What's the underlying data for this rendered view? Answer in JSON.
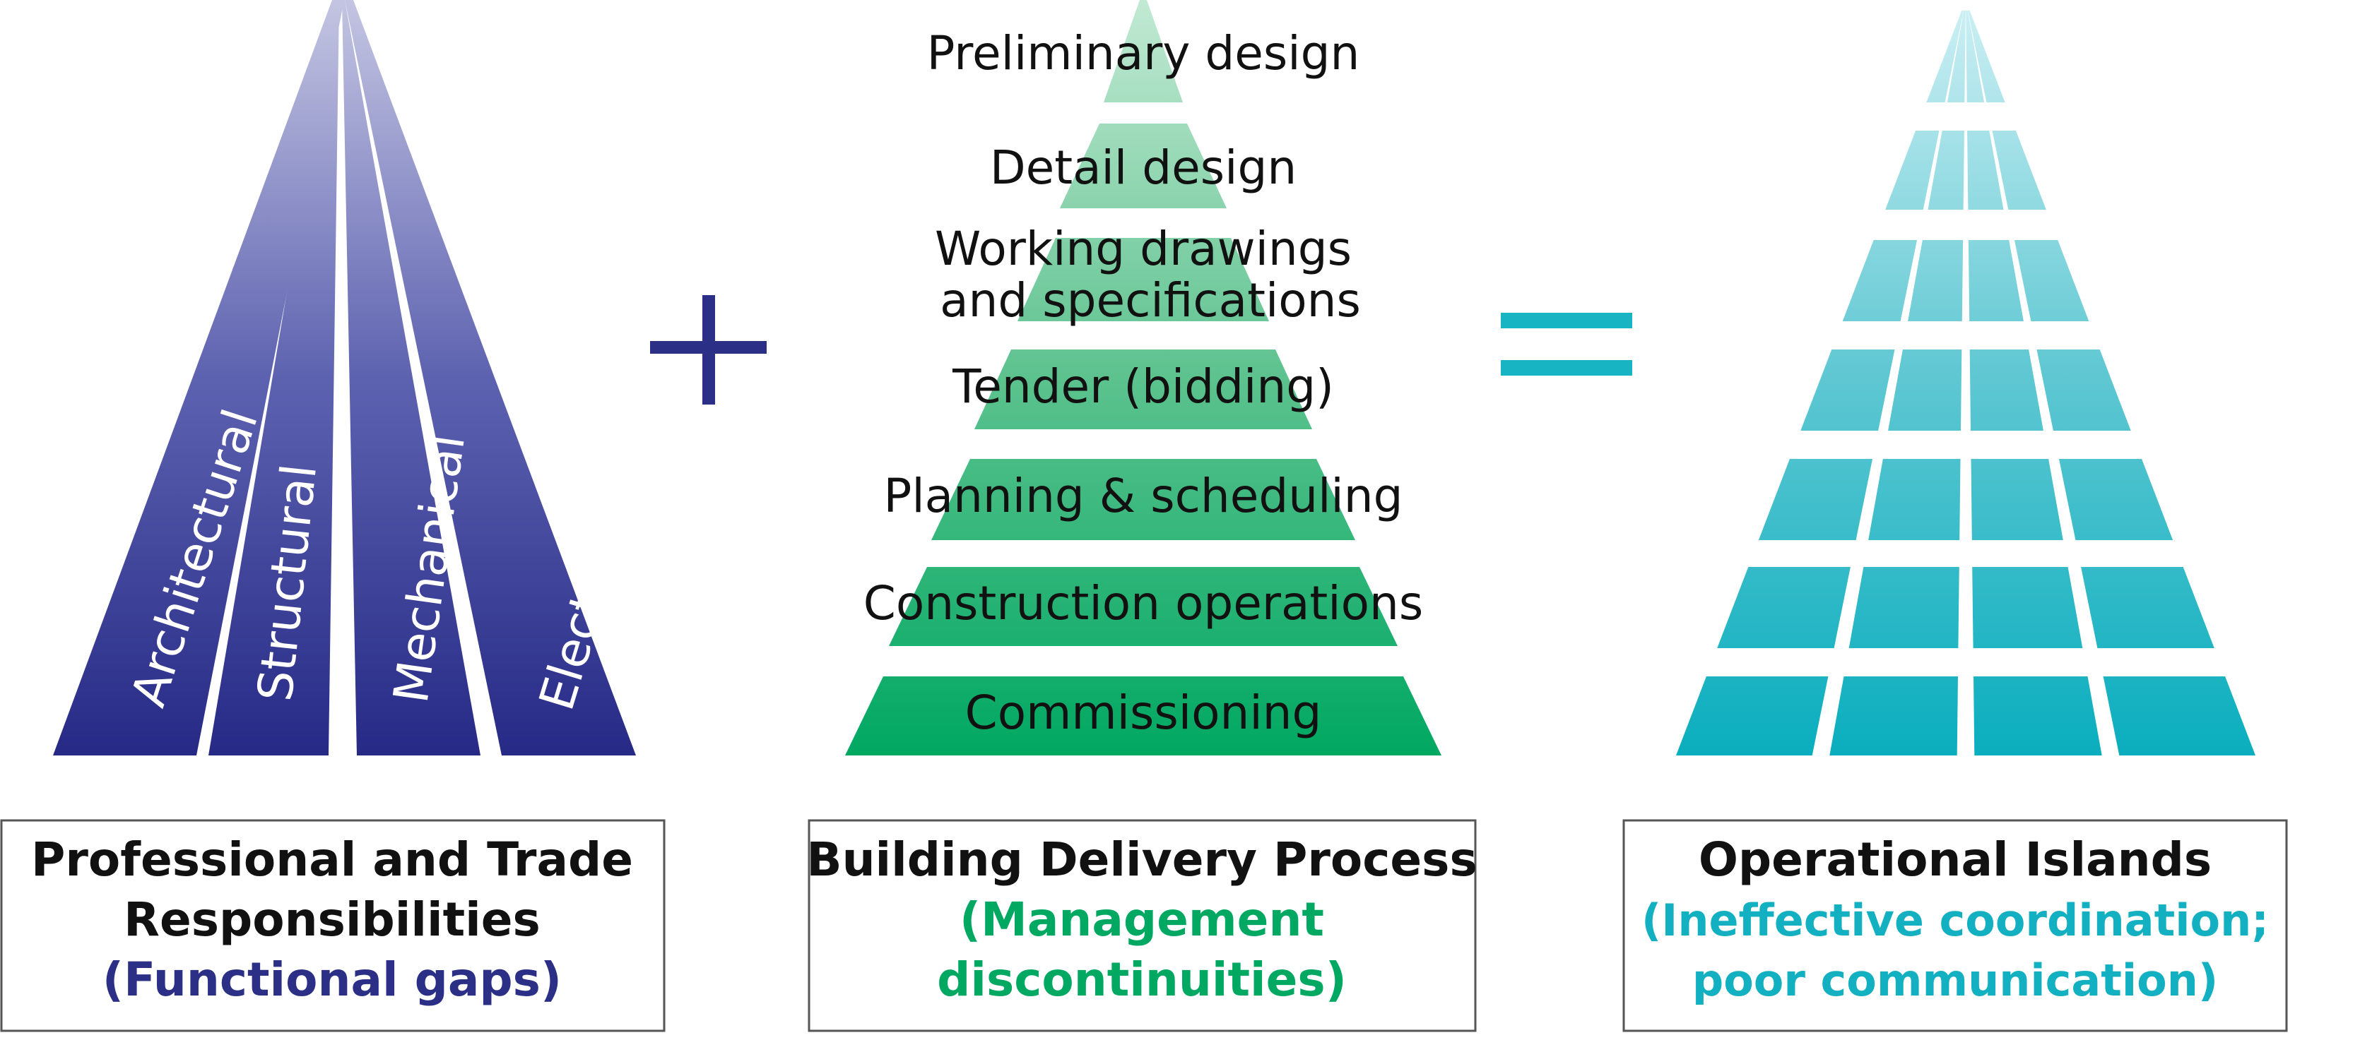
{
  "left": {
    "disciplines": [
      "Architectural",
      "Structural",
      "Mechanical",
      "Electrical"
    ],
    "caption_title_1": "Professional and Trade",
    "caption_title_2": "Responsibilities",
    "caption_sub_1": "(Functional gaps)"
  },
  "operators": {
    "plus": "+",
    "equals": "="
  },
  "middle": {
    "stages": [
      "Preliminary design",
      "Detail design",
      "Working drawings",
      "and specifications",
      "Tender (bidding)",
      "Planning & scheduling",
      "Construction operations",
      "Commissioning"
    ],
    "caption_title_1": "Building Delivery Process",
    "caption_sub_1": "(Management",
    "caption_sub_2": "discontinuities)"
  },
  "right": {
    "caption_title_1": "Operational Islands",
    "caption_sub_1": "(Ineffective coordination;",
    "caption_sub_2": "poor communication)"
  },
  "colors": {
    "navy": "#2b2f86",
    "navy_light": "#b4b5d9",
    "green_light": "#bfe7cf",
    "green": "#00a862",
    "teal_light": "#c7eef3",
    "teal": "#0cb0c0",
    "caption_border": "#555555"
  }
}
